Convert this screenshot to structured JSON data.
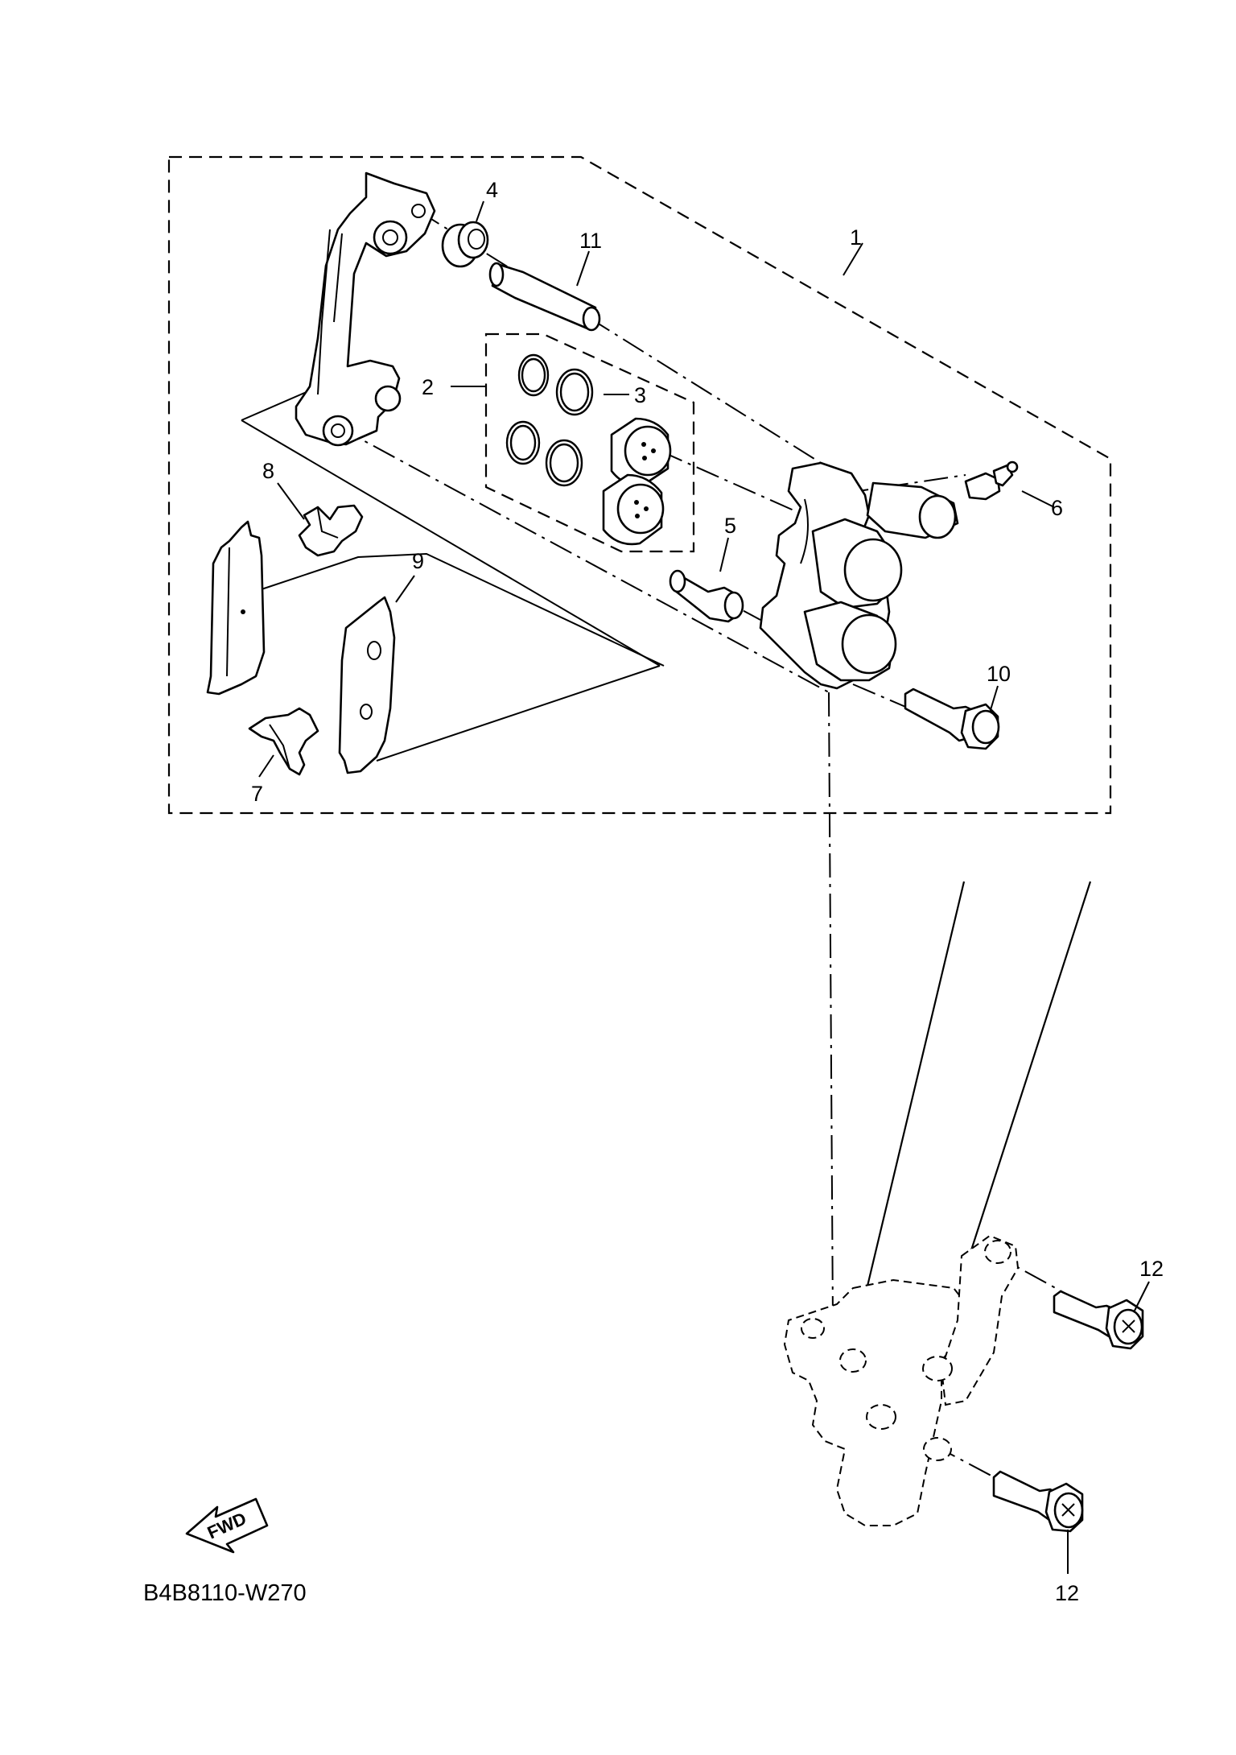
{
  "diagram": {
    "code": "B4B8110-W270",
    "fwd_label": "FWD",
    "callouts": [
      {
        "id": "1",
        "text": "1"
      },
      {
        "id": "2",
        "text": "2"
      },
      {
        "id": "3",
        "text": "3"
      },
      {
        "id": "4",
        "text": "4"
      },
      {
        "id": "5",
        "text": "5"
      },
      {
        "id": "6",
        "text": "6"
      },
      {
        "id": "7",
        "text": "7"
      },
      {
        "id": "8",
        "text": "8"
      },
      {
        "id": "9",
        "text": "9"
      },
      {
        "id": "10",
        "text": "10"
      },
      {
        "id": "11",
        "text": "11"
      },
      {
        "id": "12a",
        "text": "12"
      },
      {
        "id": "12b",
        "text": "12"
      }
    ]
  }
}
